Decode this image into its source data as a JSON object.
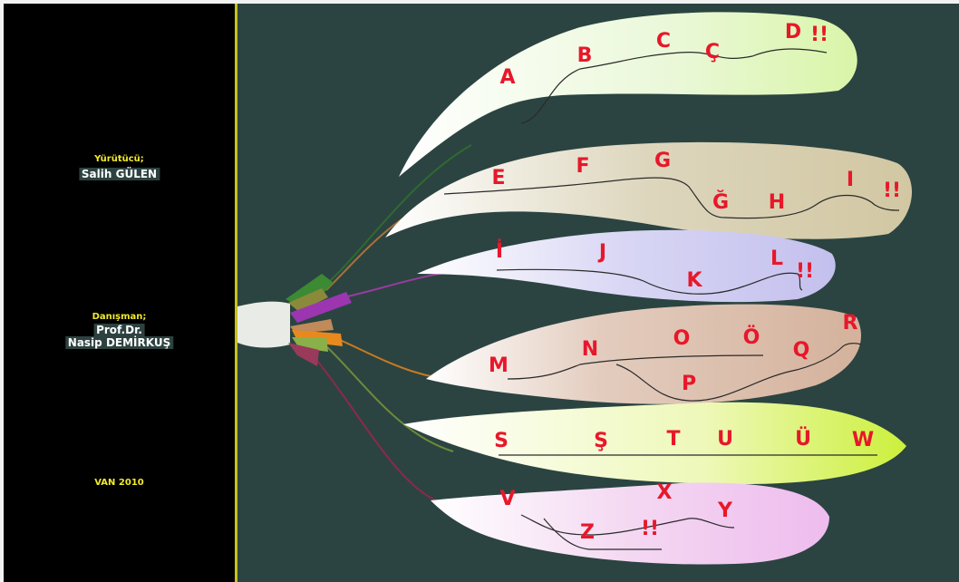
{
  "sidebar": {
    "executor_label": "Yürütücü;",
    "executor_name": "Salih GÜLEN",
    "advisor_label": "Danışman;",
    "advisor_title": "Prof.Dr.",
    "advisor_name": "Nasip DEMİRKUŞ",
    "place_year": "VAN 2010"
  },
  "leaves": [
    {
      "id": "leaf-1",
      "color": "#e3f7c0",
      "letters": [
        "A",
        "B",
        "C",
        "Ç",
        "D",
        "!!"
      ]
    },
    {
      "id": "leaf-2",
      "color": "#d9d0b0",
      "letters": [
        "E",
        "F",
        "G",
        "Ğ",
        "H",
        "I",
        "!!"
      ]
    },
    {
      "id": "leaf-3",
      "color": "#cbc8ee",
      "letters": [
        "İ",
        "J",
        "K",
        "L",
        "!!"
      ]
    },
    {
      "id": "leaf-4",
      "color": "#d9bba8",
      "letters": [
        "M",
        "N",
        "O",
        "Ö",
        "P",
        "Q",
        "R"
      ]
    },
    {
      "id": "leaf-5",
      "color": "#e8f6a0",
      "letters": [
        "S",
        "Ş",
        "T",
        "U",
        "Ü",
        "W"
      ]
    },
    {
      "id": "leaf-6",
      "color": "#f0c8ee",
      "letters": [
        "V",
        "X",
        "Y",
        "Z",
        "!!"
      ]
    }
  ]
}
